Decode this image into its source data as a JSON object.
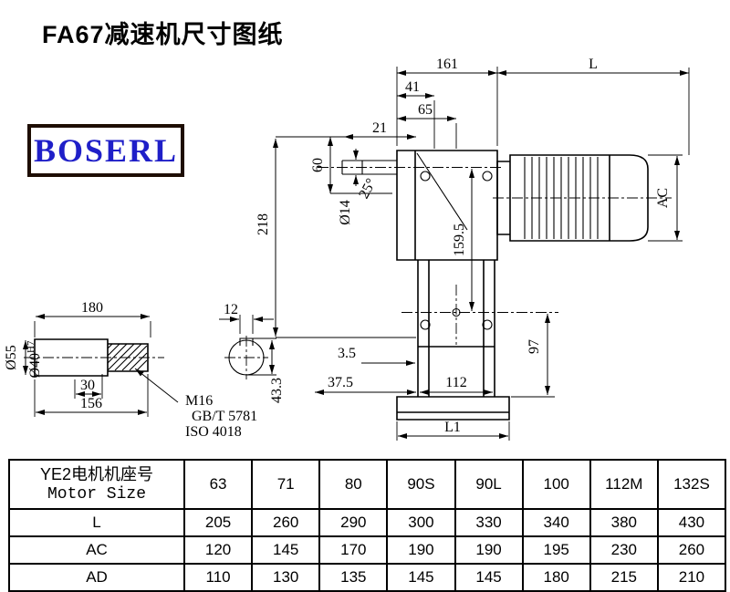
{
  "title": "FA67减速机尺寸图纸",
  "logo": {
    "text": "BOSERL"
  },
  "drawing": {
    "main": {
      "dim_161": "161",
      "dim_L": "L",
      "dim_41": "41",
      "dim_65": "65",
      "dim_21": "21",
      "dim_60": "60",
      "dim_phi14": "Ø14",
      "dim_25deg": "25°",
      "dim_218": "218",
      "dim_159_5": "159.5",
      "dim_AC": "AC",
      "dim_97": "97",
      "dim_3_5": "3.5",
      "dim_37_5": "37.5",
      "dim_112": "112",
      "dim_L1": "L1"
    },
    "shaft": {
      "dim_180": "180",
      "dim_12": "12",
      "dim_phi55": "Ø55",
      "dim_phi40": "Ø40",
      "dim_phi40_tol": "H7",
      "dim_30": "30",
      "dim_156": "156",
      "dim_43_3": "43.3",
      "note_m16": "M16",
      "note_gb": "GB/T 5781",
      "note_iso": "ISO 4018"
    }
  },
  "table": {
    "header": {
      "line1": "YE2电机机座号",
      "line2": "Motor Size"
    },
    "columns": [
      "63",
      "71",
      "80",
      "90S",
      "90L",
      "100",
      "112M",
      "132S"
    ],
    "rows": [
      {
        "label": "L",
        "values": [
          "205",
          "260",
          "290",
          "300",
          "330",
          "340",
          "380",
          "430"
        ]
      },
      {
        "label": "AC",
        "values": [
          "120",
          "145",
          "170",
          "190",
          "190",
          "195",
          "230",
          "260"
        ]
      },
      {
        "label": "AD",
        "values": [
          "110",
          "130",
          "135",
          "145",
          "145",
          "180",
          "215",
          "210"
        ]
      }
    ]
  }
}
